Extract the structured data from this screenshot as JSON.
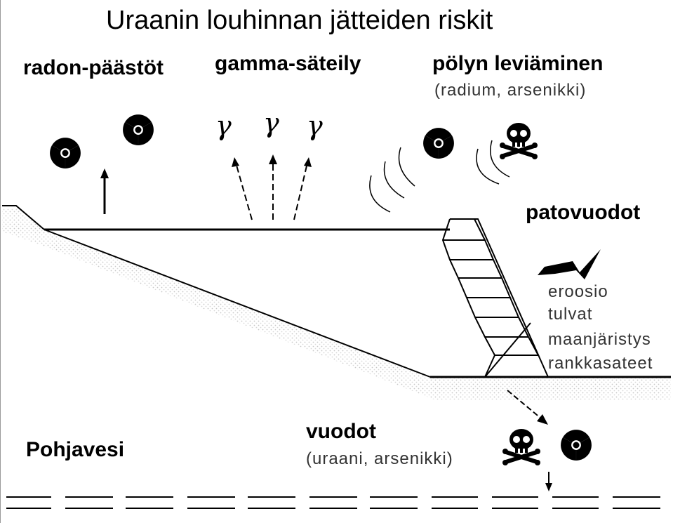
{
  "title": "Uraanin louhinnan jätteiden riskit",
  "labels": {
    "radon": "radon-päästöt",
    "gamma": "gamma-säteily",
    "dust": "pölyn leviäminen",
    "dust_sub": "(radium, arsenikki)",
    "dam": "patovuodot",
    "dam_causes": [
      "eroosio",
      "tulvat",
      "maanjäristys",
      "rankkasateet"
    ],
    "leaks": "vuodot",
    "leaks_sub": "(uraani, arsenikki)",
    "groundwater": "Pohjavesi"
  },
  "gamma_symbol": "γ",
  "icons": [
    "radiation-icon",
    "skull-crossbones-icon",
    "gamma-icon"
  ]
}
